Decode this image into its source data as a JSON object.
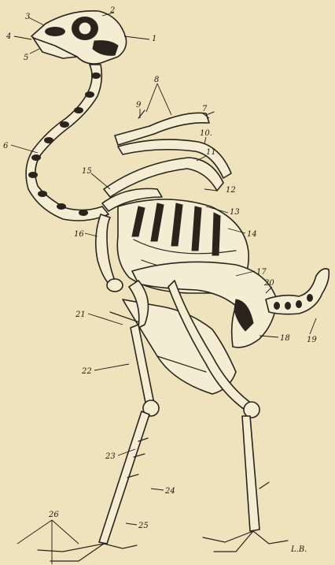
{
  "figure": {
    "signature": "L.B.",
    "labels": [
      {
        "id": "l1",
        "text": "1"
      },
      {
        "id": "l2",
        "text": "2"
      },
      {
        "id": "l3",
        "text": "3"
      },
      {
        "id": "l4",
        "text": "4"
      },
      {
        "id": "l5",
        "text": "5"
      },
      {
        "id": "l6",
        "text": "6"
      },
      {
        "id": "l7",
        "text": "7"
      },
      {
        "id": "l8",
        "text": "8"
      },
      {
        "id": "l9",
        "text": "9"
      },
      {
        "id": "l10",
        "text": "10."
      },
      {
        "id": "l11",
        "text": "11"
      },
      {
        "id": "l12",
        "text": "12"
      },
      {
        "id": "l13",
        "text": "13"
      },
      {
        "id": "l14",
        "text": "14"
      },
      {
        "id": "l15",
        "text": "15"
      },
      {
        "id": "l16",
        "text": "16"
      },
      {
        "id": "l17",
        "text": "17"
      },
      {
        "id": "l18",
        "text": "18"
      },
      {
        "id": "l19",
        "text": "19"
      },
      {
        "id": "l20",
        "text": "20"
      },
      {
        "id": "l21",
        "text": "21"
      },
      {
        "id": "l22",
        "text": "22"
      },
      {
        "id": "l23",
        "text": "23"
      },
      {
        "id": "l24",
        "text": "24"
      },
      {
        "id": "l25",
        "text": "25"
      },
      {
        "id": "l26",
        "text": "26"
      }
    ]
  }
}
